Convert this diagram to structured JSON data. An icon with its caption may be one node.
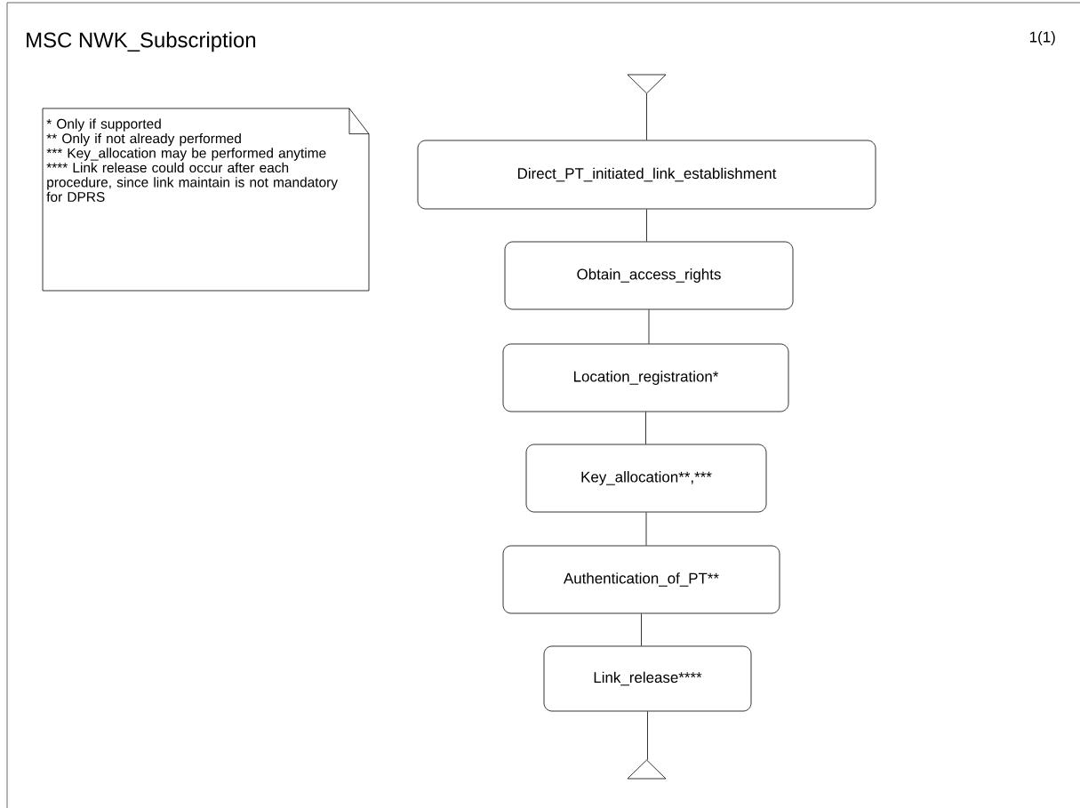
{
  "diagram": {
    "title": "MSC NWK_Subscription",
    "nodes": [
      {
        "text": [
          "* Only if supported",
          "** Only if not already performed",
          "*** Key_allocation may be performed anytime",
          "**** Link release could occur after each procedure, since link maintain is not mandatory for DPRS"
        ]
      },
      {
        "text": [],
        "shape": "triangle"
      },
      {
        "text": [
          "Direct_PT_initiated_link_establishment"
        ]
      },
      {
        "text": [
          "Obtain_access_rights"
        ]
      },
      {
        "text": [
          "Location_registration*"
        ]
      },
      {
        "text": [
          "Key_allocation**,***"
        ]
      },
      {
        "text": [
          "Authentication_of_PT**"
        ]
      },
      {
        "text": [
          "Link_release****"
        ]
      },
      {
        "text": [],
        "shape": "triangle"
      }
    ],
    "edges": [
      {
        "from": 1,
        "to": 2,
        "arrow": "none"
      },
      {
        "from": 2,
        "to": 3,
        "arrow": "none"
      },
      {
        "from": 3,
        "to": 4,
        "arrow": "none"
      },
      {
        "from": 4,
        "to": 5,
        "arrow": "none"
      },
      {
        "from": 5,
        "to": 6,
        "arrow": "none"
      },
      {
        "from": 6,
        "to": 7,
        "arrow": "none"
      },
      {
        "from": 7,
        "to": 8,
        "arrow": "none"
      }
    ],
    "labels": [
      "1(1)"
    ]
  }
}
